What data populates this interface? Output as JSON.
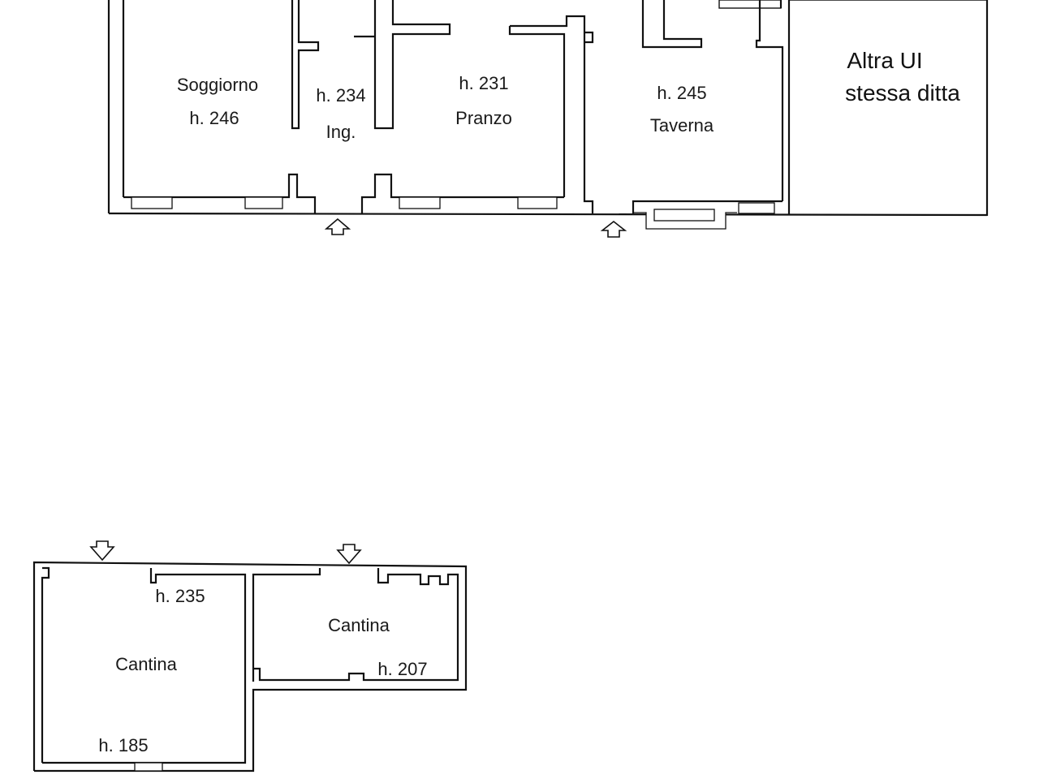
{
  "ground_floor": {
    "rooms": {
      "soggiorno": {
        "name": "Soggiorno",
        "height": "h. 246"
      },
      "ingresso": {
        "name": "Ing.",
        "height": "h. 234"
      },
      "pranzo": {
        "name": "Pranzo",
        "height": "h. 231"
      },
      "taverna": {
        "name": "Taverna",
        "height": "h. 245"
      }
    },
    "neighbor_unit": {
      "line1": "Altra UI",
      "line2": "stessa ditta"
    }
  },
  "basement": {
    "cantina_left": {
      "name": "Cantina",
      "height_top": "h. 235",
      "height_bottom": "h. 185"
    },
    "cantina_right": {
      "name": "Cantina",
      "height": "h. 207"
    }
  }
}
